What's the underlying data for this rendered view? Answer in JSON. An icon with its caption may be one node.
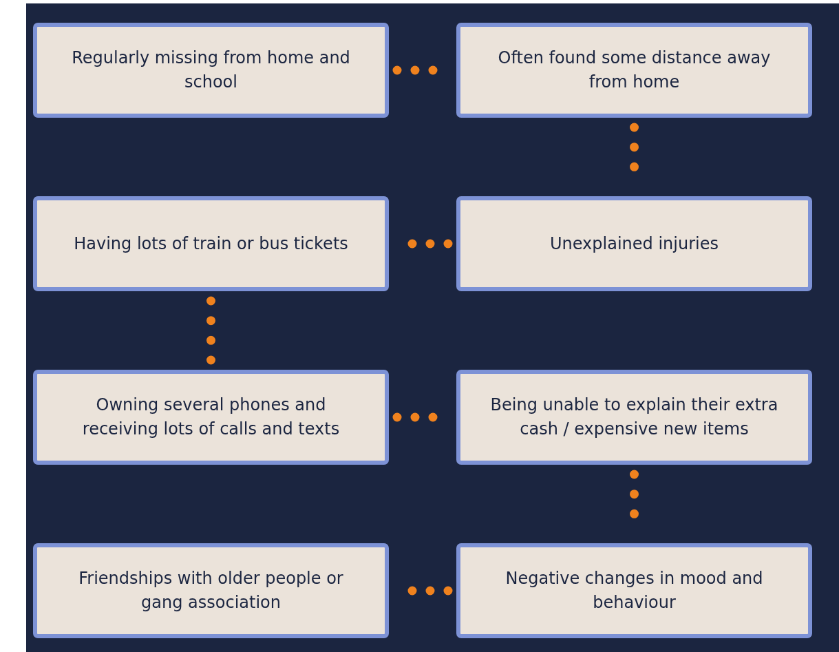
{
  "diagram": {
    "nodes": [
      {
        "text": [
          "Regularly missing from home and school"
        ]
      },
      {
        "text": [
          "Often found some distance away from home"
        ]
      },
      {
        "text": [
          "Having lots of train or bus tickets"
        ]
      },
      {
        "text": [
          "Unexplained injuries"
        ]
      },
      {
        "text": [
          "Owning several phones and receiving lots of calls and texts"
        ]
      },
      {
        "text": [
          "Being unable to explain their extra cash / expensive new items"
        ]
      },
      {
        "text": [
          "Friendships with older people or gang association"
        ]
      },
      {
        "text": [
          "Negative changes in mood and behaviour"
        ]
      }
    ],
    "edges": [
      {
        "from": 0,
        "to": 1,
        "arrow": "none"
      },
      {
        "from": 1,
        "to": 3,
        "arrow": "none"
      },
      {
        "from": 3,
        "to": 2,
        "arrow": "none"
      },
      {
        "from": 2,
        "to": 4,
        "arrow": "none"
      },
      {
        "from": 4,
        "to": 5,
        "arrow": "none"
      },
      {
        "from": 5,
        "to": 7,
        "arrow": "none"
      },
      {
        "from": 7,
        "to": 6,
        "arrow": "none"
      }
    ]
  }
}
